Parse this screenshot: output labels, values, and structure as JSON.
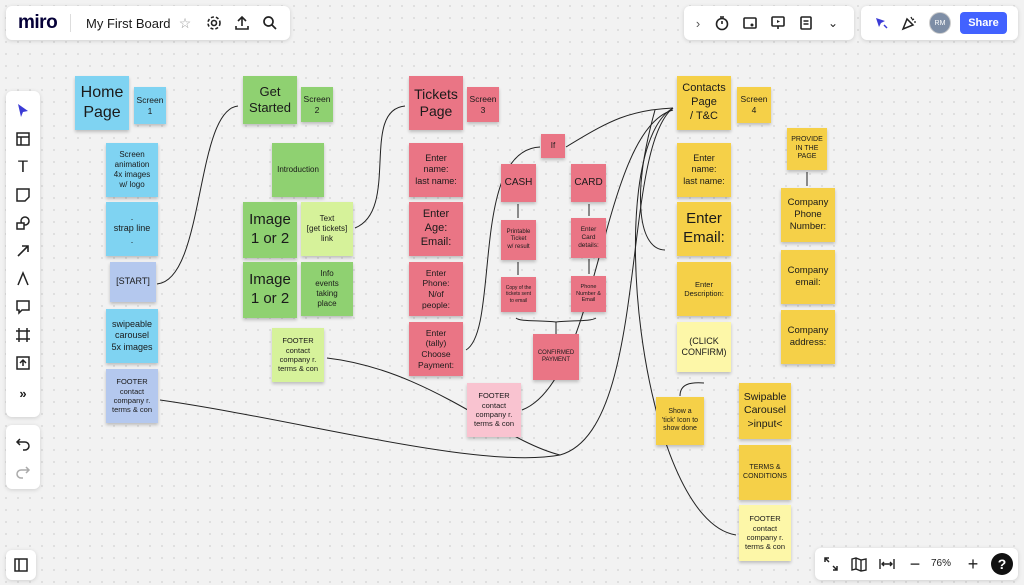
{
  "topbar": {
    "logo": "miro",
    "board_title": "My First Board",
    "share_label": "Share",
    "avatar_initials": "RM"
  },
  "zoom": {
    "level": "76%"
  },
  "toolbar_icons": [
    "select-icon",
    "templates-icon",
    "text-icon",
    "sticky-note-icon",
    "shapes-icon",
    "arrow-icon",
    "pen-icon",
    "comment-icon",
    "frame-icon",
    "upload-icon",
    "more-tools-icon",
    "undo-icon",
    "redo-icon"
  ],
  "notes": {
    "home_page": "Home\nPage",
    "screen1": "Screen\n1",
    "screen_anim": "Screen\nanimation\n4x images\nw/ logo",
    "strap": ".\nstrap line\n.",
    "start": "[START]",
    "carousel": "swipeable\ncarousel\n5x images",
    "footer1": "FOOTER\ncontact\ncompany r.\nterms & con",
    "get_started": "Get\nStarted",
    "screen2": "Screen\n2",
    "introduction": "Introduction",
    "image1": "Image\n1 or 2",
    "text_link": "Text\n[get tickets]\nlink",
    "image2": "Image\n1 or 2",
    "info": "Info\nevents\ntaking\nplace",
    "footer2": "FOOTER\ncontact\ncompany r.\nterms & con",
    "tickets_page": "Tickets\nPage",
    "screen3": "Screen\n3",
    "enter_name": "Enter\nname:\nlast name:",
    "enter_age": "Enter\nAge:\nEmail:",
    "enter_phone": "Enter\nPhone:\nN/of\npeople:",
    "enter_tally": "Enter\n(tally)\nChoose\nPayment:",
    "if": "If",
    "cash": "CASH",
    "card": "CARD",
    "printable": "Printable\nTicket\nw/ result",
    "card_details": "Enter\nCard\ndetails:",
    "copy_tickets": "Copy of the\ntickets sent\nto email",
    "phone_email": "Phone\nNumber &\nEmail",
    "confirmed": "CONFIRMED\nPAYMENT",
    "footer3": "FOOTER\ncontact\ncompany r.\nterms & con",
    "contacts_page": "Contacts\nPage\n/ T&C",
    "screen4": "Screen\n4",
    "c_enter_name": "Enter\nname:\nlast name:",
    "c_enter_email": "Enter\nEmail:",
    "c_description": "Enter\nDescription:",
    "click_confirm": "(CLICK\nCONFIRM)",
    "show_tick": "Show a\n'tick' Icon to\nshow done",
    "swipable": "Swipable\nCarousel\n>input<",
    "terms": "TERMS &\nCONDITIONS",
    "footer4": "FOOTER\ncontact\ncompany r.\nterms & con",
    "provide": "PROVIDE\nIN THE\nPAGE",
    "company_phone": "Company\nPhone\nNumber:",
    "company_email": "Company\nemail:",
    "company_address": "Company\naddress:"
  }
}
